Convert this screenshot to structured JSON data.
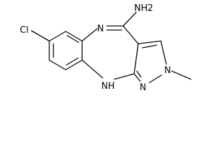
{
  "molecule": {
    "atoms": {
      "chlorine": "Cl",
      "amine": "NH2",
      "imine_nitrogen": "N",
      "pyrazole_nitrogen": "N",
      "nh": "NH",
      "methyl_nitrogen": "N"
    },
    "colors": {
      "bond": "#000000",
      "text": "#000000",
      "background": "#ffffff"
    }
  }
}
